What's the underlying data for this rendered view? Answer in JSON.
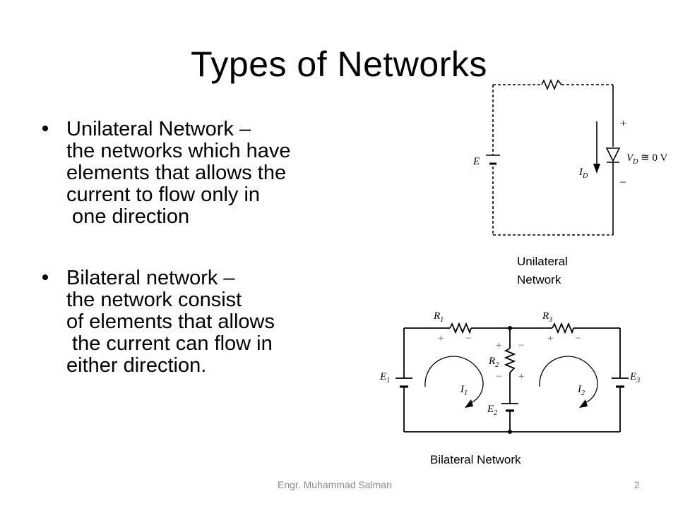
{
  "slide": {
    "title": "Types of Networks",
    "bullets": [
      {
        "lines": [
          "Unilateral Network –",
          "the networks which have",
          "elements that allows the",
          "current to flow only in",
          " one direction"
        ]
      },
      {
        "lines": [
          "Bilateral network –",
          "the network consist",
          "of elements that allows",
          " the current can flow in",
          "either direction."
        ]
      }
    ]
  },
  "diagrams": {
    "unilateral": {
      "caption_lines": [
        "Unilateral",
        "Network"
      ],
      "labels": {
        "source": "E",
        "current": "I",
        "current_sub": "D",
        "voltage": "V",
        "voltage_sub": "D",
        "voltage_value": " ≅ 0 V",
        "plus": "+",
        "minus": "–"
      }
    },
    "bilateral": {
      "caption": "Bilateral Network",
      "labels": {
        "r1": "R",
        "r1_sub": "1",
        "r2": "R",
        "r2_sub": "2",
        "r3": "R",
        "r3_sub": "3",
        "e1": "E",
        "e1_sub": "1",
        "e2": "E",
        "e2_sub": "2",
        "e3": "E",
        "e3_sub": "3",
        "i1": "I",
        "i1_sub": "1",
        "i2": "I",
        "i2_sub": "2",
        "plus": "+",
        "minus": "−"
      }
    }
  },
  "footer": {
    "author": "Engr. Muhammad Salman",
    "page": "2"
  }
}
